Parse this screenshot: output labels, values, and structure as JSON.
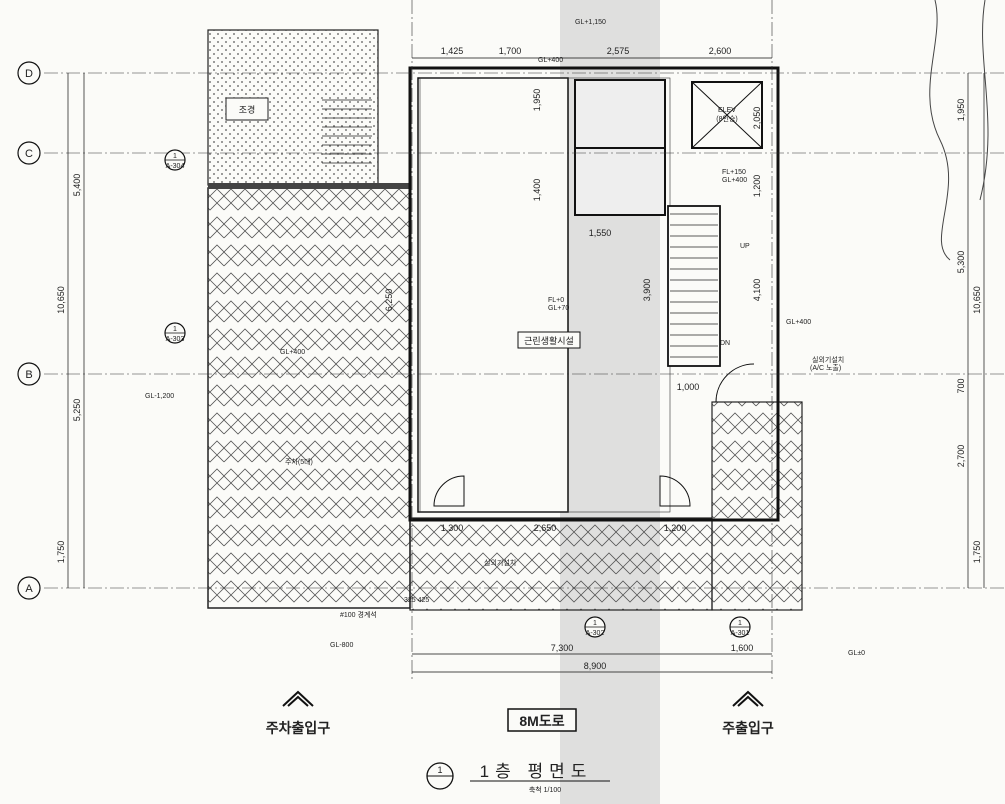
{
  "titles": {
    "drawing_title": "1층 평면도",
    "drawing_number": "1",
    "scale": "축척 1/100"
  },
  "entrances": {
    "parking": "주차출입구",
    "road": "8M도로",
    "main": "주출입구"
  },
  "grid_axes": [
    "A",
    "B",
    "C",
    "D"
  ],
  "room_labels": {
    "main_room": "근린생활시설",
    "landscape": "조경",
    "elevator": "ELEV",
    "elevator_sub": "(8인승)",
    "outdoor_unit_1": "실외기설치",
    "outdoor_unit_2": "(A/C 노출)",
    "outdoor_unit_3": "실외기설치",
    "parking": "주차(5대)",
    "stair_up": "UP",
    "stair_dn": "DN"
  },
  "top_dims": [
    "1,425",
    "1,700",
    "2,575",
    "2,600"
  ],
  "left_dims": [
    "5,400",
    "10,650",
    "5,250",
    "1,750"
  ],
  "right_dims": [
    "1,950",
    "5,300",
    "10,650",
    "700",
    "2,700",
    "1,750"
  ],
  "bottom_dims": [
    "7,300",
    "1,600",
    "8,900"
  ],
  "interior_dims": [
    "1,950",
    "1,400",
    "1,550",
    "3,900",
    "4,100",
    "1,000",
    "2,050",
    "1,200",
    "1,300",
    "2,650",
    "1,200",
    "6,250"
  ],
  "levels": {
    "gl_top": "GL+1,150",
    "gl_400_top": "GL+400",
    "fl_main_1": "FL+0",
    "fl_main_2": "GL+70",
    "gl_400_park": "GL+400",
    "gl_minus_1200": "GL-1,200",
    "gl_minus_800": "GL-800",
    "gl_0": "GL±0",
    "gl_400_right": "GL+400",
    "fl_150": "FL+150",
    "gl_400_mid": "GL+400"
  },
  "section_marks": [
    {
      "num": "1",
      "ref": "A-304"
    },
    {
      "num": "1",
      "ref": "A-303"
    },
    {
      "num": "1",
      "ref": "A-302"
    },
    {
      "num": "1",
      "ref": "A-301"
    }
  ],
  "notes": {
    "curb": "#100 경계석",
    "dim_small": "325 425"
  }
}
